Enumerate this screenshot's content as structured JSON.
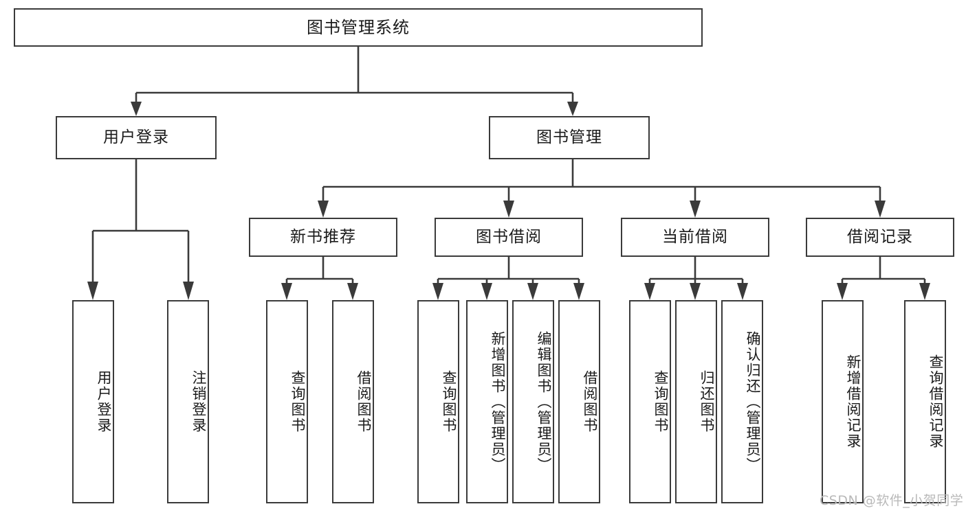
{
  "diagram": {
    "type": "tree",
    "title": "图书管理系统",
    "orientation": "top-down",
    "levels": 4,
    "root": {
      "label": "图书管理系统"
    },
    "level2": [
      {
        "label": "用户登录"
      },
      {
        "label": "图书管理"
      }
    ],
    "level3": [
      {
        "label": "新书推荐"
      },
      {
        "label": "图书借阅"
      },
      {
        "label": "当前借阅"
      },
      {
        "label": "借阅记录"
      }
    ],
    "leaves": {
      "user_login": [
        {
          "label": "用户登录"
        },
        {
          "label": "注销登录"
        }
      ],
      "new_book_recommend": [
        {
          "label": "查询图书"
        },
        {
          "label": "借阅图书"
        }
      ],
      "book_borrow": [
        {
          "label": "查询图书"
        },
        {
          "label": "新增图书（管理员）"
        },
        {
          "label": "编辑图书（管理员）"
        },
        {
          "label": "借阅图书"
        }
      ],
      "current_borrow": [
        {
          "label": "查询图书"
        },
        {
          "label": "归还图书"
        },
        {
          "label": "确认归还（管理员）"
        }
      ],
      "borrow_record": [
        {
          "label": "新增借阅记录"
        },
        {
          "label": "查询借阅记录"
        }
      ]
    }
  },
  "watermark": {
    "text": "CSDN @软件_小贺同学"
  },
  "colors": {
    "stroke": "#3a3a3a",
    "background": "#ffffff",
    "text": "#1a1a1a",
    "watermark": "#b9b9b9"
  }
}
